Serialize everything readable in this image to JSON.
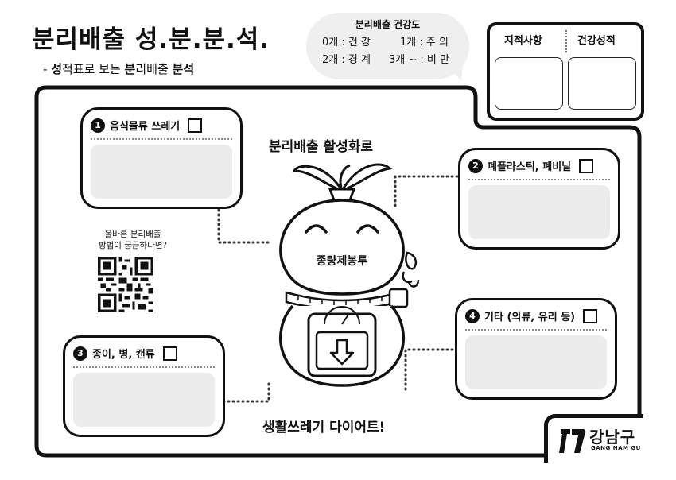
{
  "header": {
    "title": "분리배출 성.분.분.석.",
    "subtitle_parts": [
      "- ",
      "성",
      "적표로 보는 ",
      "분",
      "리배출 ",
      "분석"
    ]
  },
  "health": {
    "title": "분리배출 건강도",
    "rows": [
      "0개 : 건 강",
      "1개 : 주 의",
      "2개 : 경 계",
      "3개 ~ : 비 만"
    ]
  },
  "report": {
    "left_header": "지적사항",
    "right_header": "건강성적"
  },
  "main": {
    "top_title": "분리배출 활성화로",
    "bag_label": "종량제봉투",
    "bottom_title": "생활쓰레기 다이어트!",
    "qr_text_line1": "올바른 분리배출",
    "qr_text_line2": "방법이 궁금하다면?"
  },
  "cards": [
    {
      "number": "1",
      "label": "음식물류 쓰레기"
    },
    {
      "number": "2",
      "label": "폐플라스틱, 폐비닐"
    },
    {
      "number": "3",
      "label": "종이, 병, 캔류"
    },
    {
      "number": "4",
      "label": "기타 (의류, 유리 등)"
    }
  ],
  "logo": {
    "name": "강남구",
    "sub": "GANG NAM GU"
  }
}
